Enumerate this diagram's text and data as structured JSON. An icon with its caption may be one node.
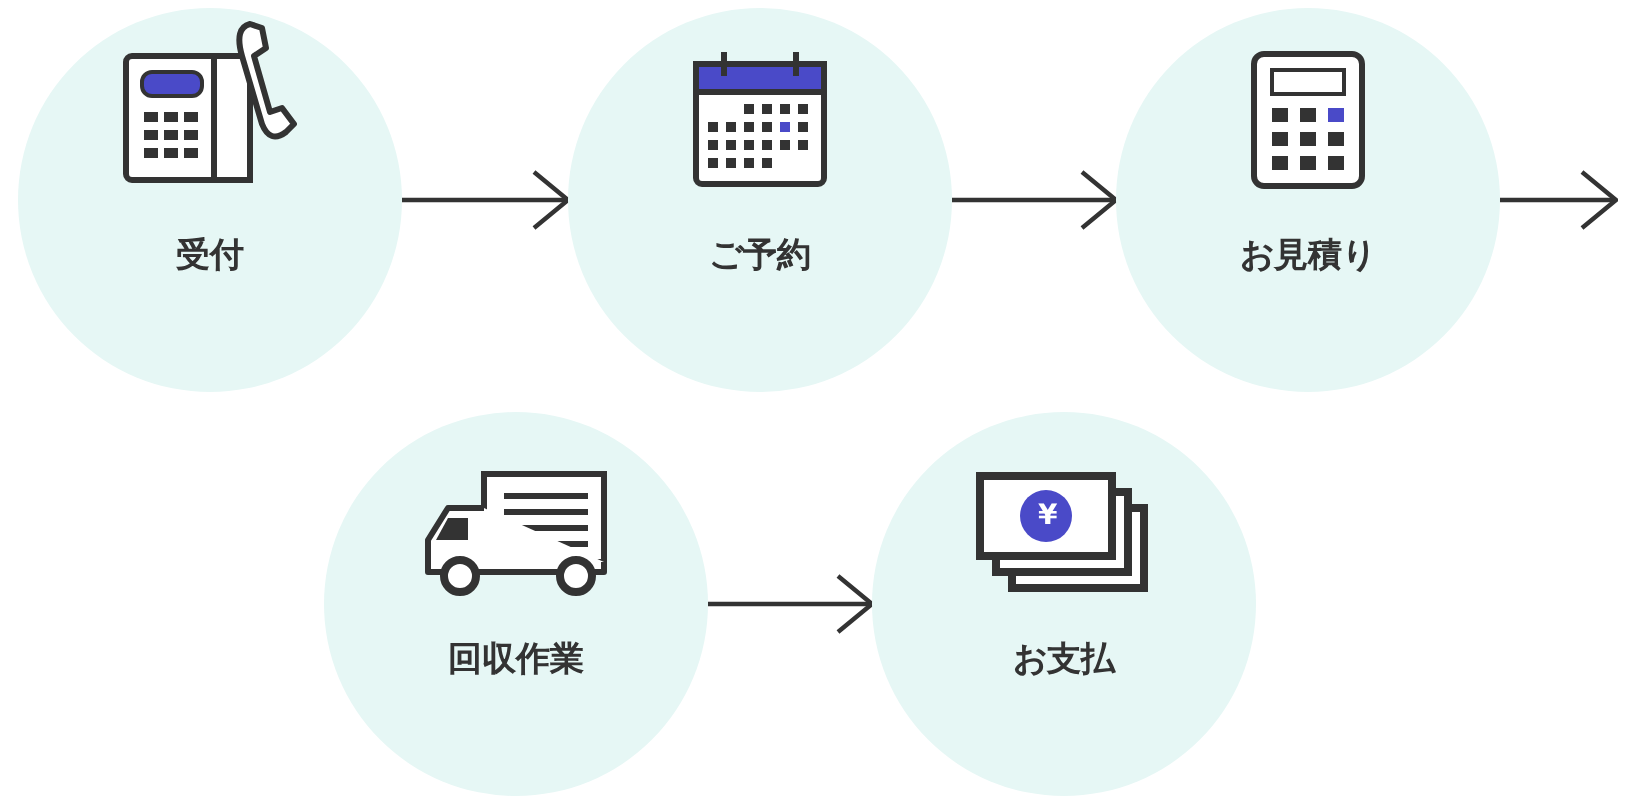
{
  "diagram": {
    "nodes": [
      {
        "text": [
          "受付"
        ]
      },
      {
        "text": [
          "ご予約"
        ]
      },
      {
        "text": [
          "お見積り"
        ]
      },
      {
        "text": [
          "回収作業"
        ]
      },
      {
        "text": [
          "お支払"
        ]
      }
    ],
    "edges": [
      {
        "from": 0,
        "to": 1,
        "arrow": "to"
      },
      {
        "from": 1,
        "to": 2,
        "arrow": "to"
      },
      {
        "from": 2,
        "to": null,
        "arrow": "to"
      },
      {
        "from": 3,
        "to": 4,
        "arrow": "to"
      }
    ],
    "labels": [
      "¥"
    ]
  }
}
